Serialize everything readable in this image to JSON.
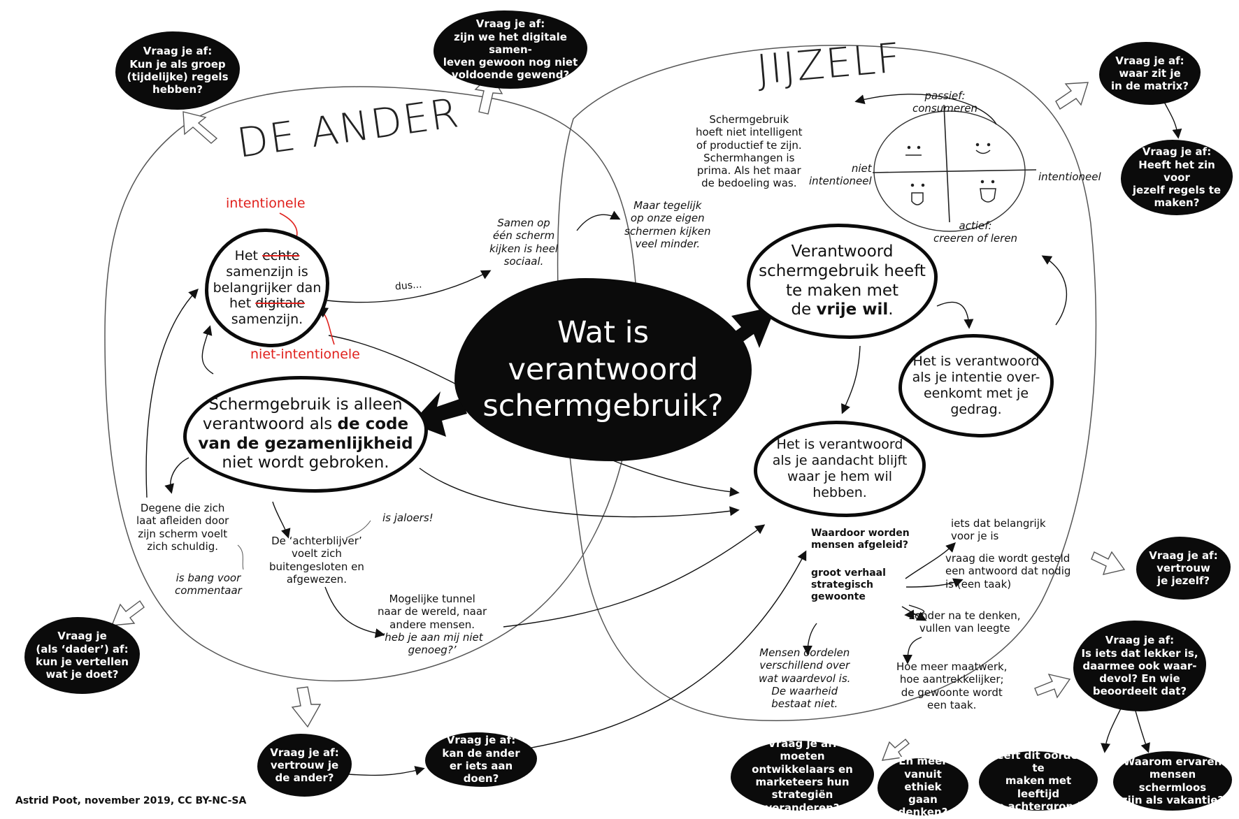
{
  "center_question": [
    "Wat is",
    "verantwoord",
    "schermgebruik?"
  ],
  "headings": {
    "de_ander": "DE ANDER",
    "jijzelf": "JIJZELF"
  },
  "left_main": {
    "line1": "Schermgebruik is alleen",
    "line2": "verantwoord als",
    "bold1": "de code",
    "bold2": "van de gezamenlijkheid",
    "line3": "niet wordt gebroken."
  },
  "together": {
    "w1": "Het",
    "struck1": "echte",
    "w2": "samenzijn is",
    "w3": "belangrijker dan",
    "w4": "het",
    "struck2": "digitale",
    "w5": "samenzijn.",
    "red_top": "intentionele",
    "red_bottom": "niet-intentionele"
  },
  "right_main": {
    "line1": "Verantwoord",
    "line2": "schermgebruik heeft",
    "line3": "te maken met",
    "pre": "de",
    "bold": "vrije wil",
    "post": "."
  },
  "intent_box": [
    "Het is verantwoord",
    "als je intentie over-",
    "eenkomt met je",
    "gedrag."
  ],
  "attention_box": [
    "Het is verantwoord",
    "als je aandacht blijft",
    "waar je hem wil",
    "hebben."
  ],
  "notes": {
    "dus": "dus...",
    "samen": [
      "Samen op",
      "één scherm",
      "kijken is heel",
      "sociaal."
    ],
    "maar": [
      "Maar tegelijk",
      "op onze eigen",
      "schermen kijken",
      "veel minder."
    ],
    "schermhangen": [
      "Schermgebruik",
      "hoeft niet intelligent",
      "of productief te zijn.",
      "Schermhangen is",
      "prima. Als het maar",
      "de bedoeling was."
    ],
    "degene": [
      "Degene die zich",
      "laat afleiden door",
      "zijn scherm voelt",
      "zich schuldig."
    ],
    "bang": [
      "is bang voor",
      "commentaar"
    ],
    "jaloers": "is jaloers!",
    "achterblijver": [
      "De ‘achterblijver’",
      "voelt zich",
      "buitengesloten en",
      "afgewezen."
    ],
    "tunnel": [
      "Mogelijke tunnel",
      "naar de wereld, naar",
      "andere mensen."
    ],
    "tunnel_it": [
      "‘heb je aan mij niet",
      "genoeg?’"
    ],
    "waardoor": [
      "Waardoor worden",
      "mensen afgeleid?"
    ],
    "groot": [
      "groot verhaal",
      "strategisch",
      "gewoonte"
    ],
    "belangrijk": [
      "iets dat belangrijk",
      "voor je is"
    ],
    "vraag_taak": [
      "vraag die wordt gesteld",
      "een antwoord dat nodig",
      "is (een taak)"
    ],
    "zonder": [
      "zonder na te denken,",
      "vullen van leegte"
    ],
    "oordelen": [
      "Mensen oordelen",
      "verschillend over",
      "wat waardevol is.",
      "De waarheid",
      "bestaat niet."
    ],
    "maatwerk": [
      "Hoe meer maatwerk,",
      "hoe aantrekkelijker;",
      "de gewoonte wordt",
      "een taak."
    ]
  },
  "matrix": {
    "top": [
      "passief:",
      "consumeren"
    ],
    "bottom": [
      "actief:",
      "creeren of leren"
    ],
    "left": [
      "niet",
      "intentioneel"
    ],
    "right": "intentioneel"
  },
  "questions": {
    "q_groep": [
      "Vraag je af:",
      "Kun je als groep",
      "(tijdelijke) regels",
      "hebben?"
    ],
    "q_digitaal": [
      "Vraag je af:",
      "zijn we het digitale samen-",
      "leven gewoon nog niet",
      "voldoende gewend?"
    ],
    "q_matrix": [
      "Vraag je af:",
      "waar zit je",
      "in de matrix?"
    ],
    "q_regels": [
      "Vraag je af:",
      "Heeft het zin voor",
      "jezelf regels te",
      "maken?"
    ],
    "q_vertrouw_jezelf": [
      "Vraag je af:",
      "vertrouw",
      "je jezelf?"
    ],
    "q_lekker": [
      "Vraag je af:",
      "Is iets dat lekker is,",
      "daarmee ook waar-",
      "devol? En wie",
      "beoordeelt dat?"
    ],
    "q_dader": [
      "Vraag je",
      "(als ‘dader’) af:",
      "kun je vertellen",
      "wat je doet?"
    ],
    "q_vertrouw_ander": [
      "Vraag je af:",
      "vertrouw je",
      "de ander?"
    ],
    "q_ander_doen": [
      "Vraag je af:",
      "kan de ander",
      "er iets aan doen?"
    ],
    "q_ontwikkelaars": [
      "Vraag je af:",
      "moeten ontwikkelaars en",
      "marketeers hun strategiën",
      "veranderen?"
    ],
    "q_ethiek": [
      "En meer",
      "vanuit ethiek",
      "gaan denken?"
    ],
    "q_leeftijd": [
      "Heeft dit oordeel te",
      "maken met leeftijd",
      "en achtergrond?"
    ],
    "q_vakantie": [
      "Waarom ervaren",
      "mensen schermloos",
      "zijn als vakantie?"
    ]
  },
  "credit": "Astrid Poot, november 2019, CC BY-NC-SA"
}
